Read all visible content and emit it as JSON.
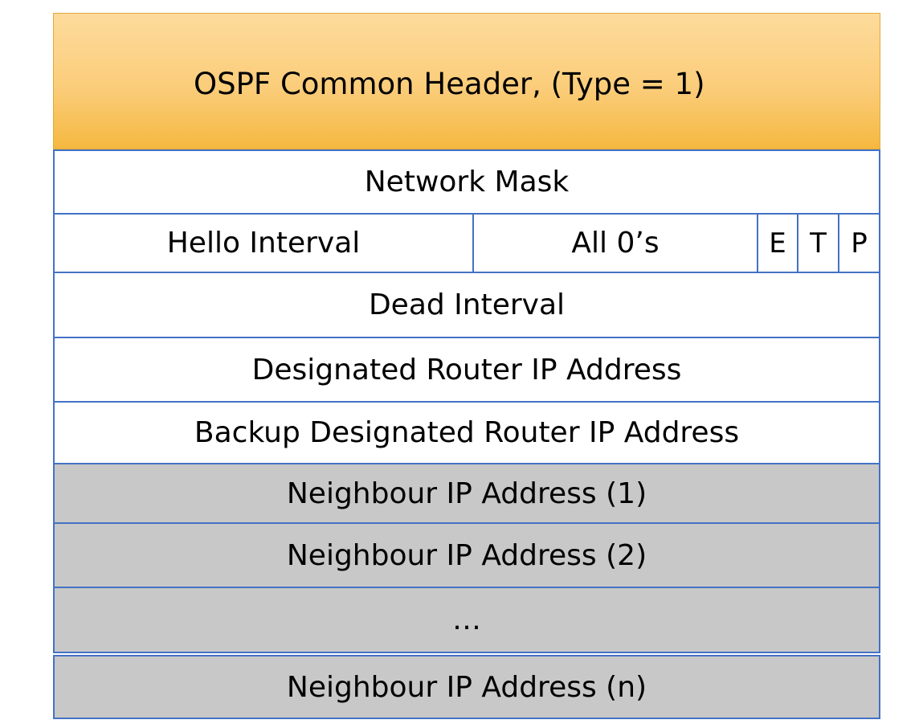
{
  "header": {
    "label": "OSPF Common Header, (Type = 1)"
  },
  "fields": {
    "network_mask": "Network Mask",
    "hello_interval": "Hello Interval",
    "all_zeros": "All 0’s",
    "flag_e": "E",
    "flag_t": "T",
    "flag_p": "P",
    "dead_interval": "Dead Interval",
    "designated_router": "Designated Router IP Address",
    "backup_designated_router": "Backup Designated Router IP Address",
    "neighbour_1": "Neighbour IP Address (1)",
    "neighbour_2": "Neighbour IP Address (2)",
    "ellipsis": "…",
    "neighbour_n": "Neighbour IP Address (n)"
  },
  "colors": {
    "header_fill": "#fbcd7a",
    "border": "#4472c4",
    "neighbour_fill": "#c8c8c8"
  }
}
